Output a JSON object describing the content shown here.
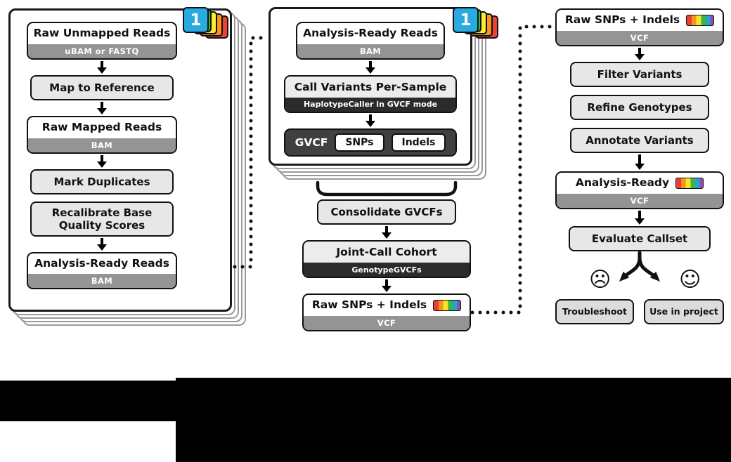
{
  "left_panel": {
    "badge": "1",
    "nodes": {
      "raw_unmapped": {
        "title": "Raw Unmapped Reads",
        "format": "uBAM or FASTQ"
      },
      "map_to_reference": "Map to Reference",
      "raw_mapped": {
        "title": "Raw Mapped Reads",
        "format": "BAM"
      },
      "mark_duplicates": "Mark Duplicates",
      "recalibrate": "Recalibrate Base Quality Scores",
      "analysis_ready": {
        "title": "Analysis-Ready Reads",
        "format": "BAM"
      }
    }
  },
  "middle_panel": {
    "badge": "1",
    "nodes": {
      "analysis_ready": {
        "title": "Analysis-Ready Reads",
        "format": "BAM"
      },
      "call_variants": {
        "title": "Call Variants Per-Sample",
        "tool": "HaplotypeCaller in GVCF mode"
      },
      "gvcf": {
        "label": "GVCF",
        "snps": "SNPs",
        "indels": "Indels"
      }
    },
    "consolidate": "Consolidate GVCFs",
    "joint_call": {
      "title": "Joint-Call Cohort",
      "tool": "GenotypeGVCFs"
    },
    "raw_snps": {
      "title": "Raw SNPs + Indels",
      "format": "VCF"
    }
  },
  "right_column": {
    "raw_snps": {
      "title": "Raw SNPs + Indels",
      "format": "VCF"
    },
    "filter_variants": "Filter Variants",
    "refine_genotypes": "Refine Genotypes",
    "annotate_variants": "Annotate Variants",
    "analysis_ready": {
      "title": "Analysis-Ready",
      "format": "VCF"
    },
    "evaluate_callset": "Evaluate Callset",
    "sad_face": "☹",
    "happy_face": "☺",
    "troubleshoot": "Troubleshoot",
    "use_in_project": "Use in project"
  },
  "colors": {
    "badge_blue": "#29abe2",
    "sheet_green": "#39b54a",
    "sheet_yellow": "#f9ed32",
    "sheet_orange": "#f7931e",
    "sheet_red": "#ee4035",
    "format_bar_gray": "#949494",
    "tool_bar_dark": "#2b2b2b",
    "step_gray": "#e7e7e7"
  }
}
